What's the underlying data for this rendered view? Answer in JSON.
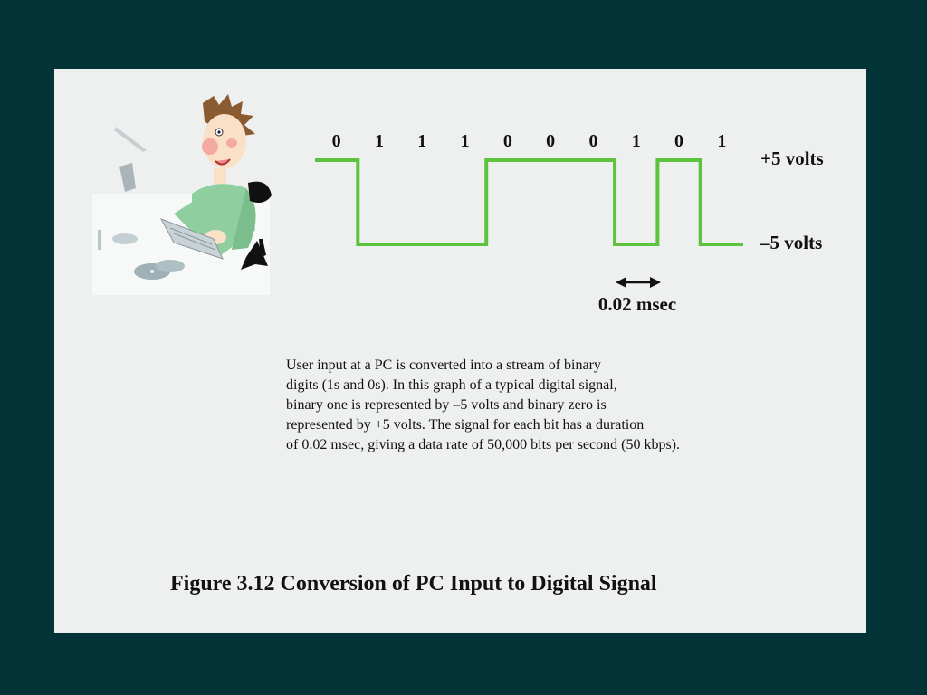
{
  "diagram": {
    "bits": [
      "0",
      "1",
      "1",
      "1",
      "0",
      "0",
      "0",
      "1",
      "0",
      "1"
    ],
    "high_label": "+5 volts",
    "low_label": "–5 volts",
    "duration_label": "0.02 msec",
    "signal_color": "#5cc33e"
  },
  "caption": {
    "lines": [
      "User input at a PC is converted into a stream of binary",
      "digits (1s and 0s). In this graph of a typical digital signal,",
      "binary one is represented by –5 volts and binary zero is",
      "represented by +5 volts.  The signal for each bit has a duration",
      "of 0.02 msec, giving a data rate of 50,000 bits per second (50 kbps)."
    ]
  },
  "figure_title": "Figure 3.12  Conversion of PC Input to Digital Signal"
}
